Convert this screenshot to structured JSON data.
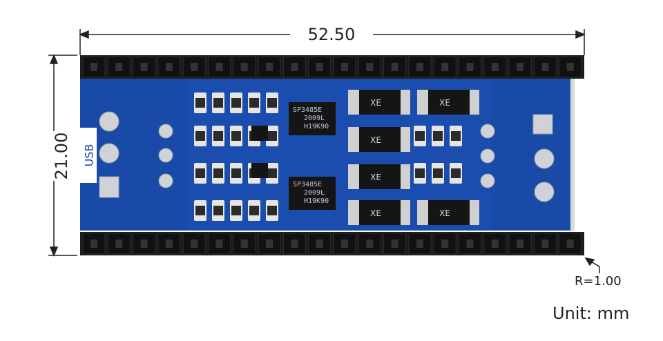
{
  "dimensions": {
    "width": "52.50",
    "height": "21.00",
    "corner_radius": "R=1.00",
    "unit": "Unit: mm"
  },
  "board": {
    "usb_label": "USB",
    "chip_1": [
      "SP3485E",
      "2009L",
      "H19K90"
    ],
    "chip_2": [
      "SP3485E",
      "2009L",
      "H19K90"
    ],
    "tvs_label": "XE",
    "colors": {
      "pcb": "#1a4aa8",
      "header": "#1b1b1b",
      "chip": "#151515",
      "pad": "#d8d8d8"
    }
  }
}
